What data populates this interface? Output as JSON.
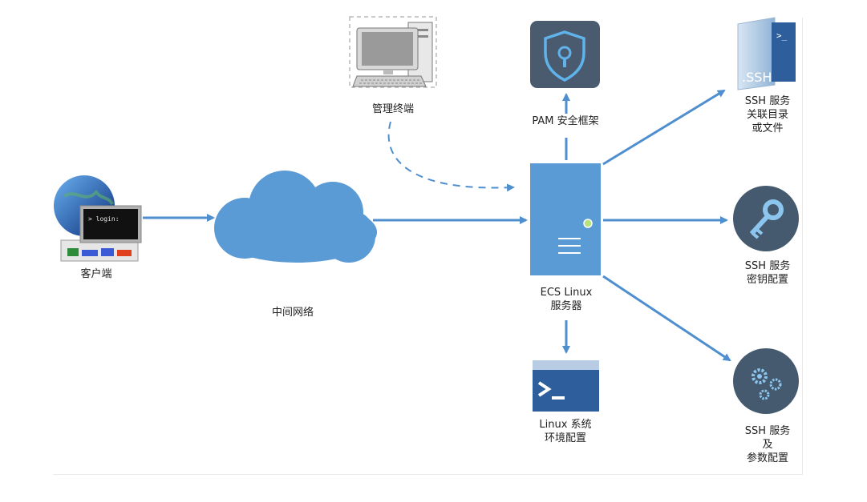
{
  "nodes": {
    "client": "客户端",
    "network": "中间网络",
    "admin": "管理终端",
    "pam": "PAM 安全框架",
    "server_line1": "ECS Linux",
    "server_line2": "服务器",
    "linux_env_line1": "Linux 系统",
    "linux_env_line2": "环境配置",
    "ssh_dir_line1": "SSH 服务",
    "ssh_dir_line2": "关联目录",
    "ssh_dir_line3": "或文件",
    "ssh_key_line1": "SSH 服务",
    "ssh_key_line2": "密钥配置",
    "ssh_param_line1": "SSH 服务",
    "ssh_param_line2": "及",
    "ssh_param_line3": "参数配置"
  },
  "icons": {
    "login_screen_text": "> login:",
    "ssh_file_text": ".SSH",
    "ssh_file_prompt": ">_"
  },
  "colors": {
    "accent": "#4f8fcf",
    "server": "#5b9bd5",
    "cloud": "#5b9bd5",
    "dark_tile": "#4a5b70",
    "circle": "#455a6e",
    "led": "#b5e27a"
  }
}
